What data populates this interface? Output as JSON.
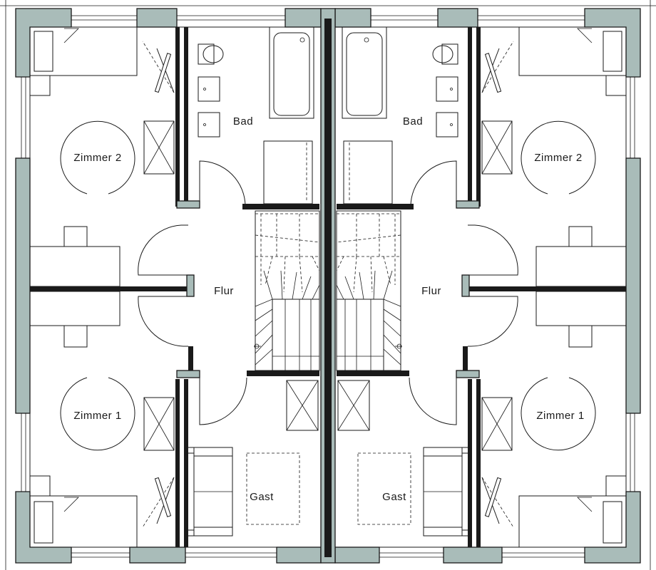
{
  "rooms": {
    "bad_left": "Bad",
    "bad_right": "Bad",
    "zimmer2_left": "Zimmer 2",
    "zimmer2_right": "Zimmer 2",
    "flur_left": "Flur",
    "flur_right": "Flur",
    "zimmer1_left": "Zimmer 1",
    "zimmer1_right": "Zimmer 1",
    "gast_left": "Gast",
    "gast_right": "Gast"
  },
  "colors": {
    "wall_fill": "#a9bcb9",
    "line": "#1a1a1a",
    "background": "#ffffff"
  }
}
